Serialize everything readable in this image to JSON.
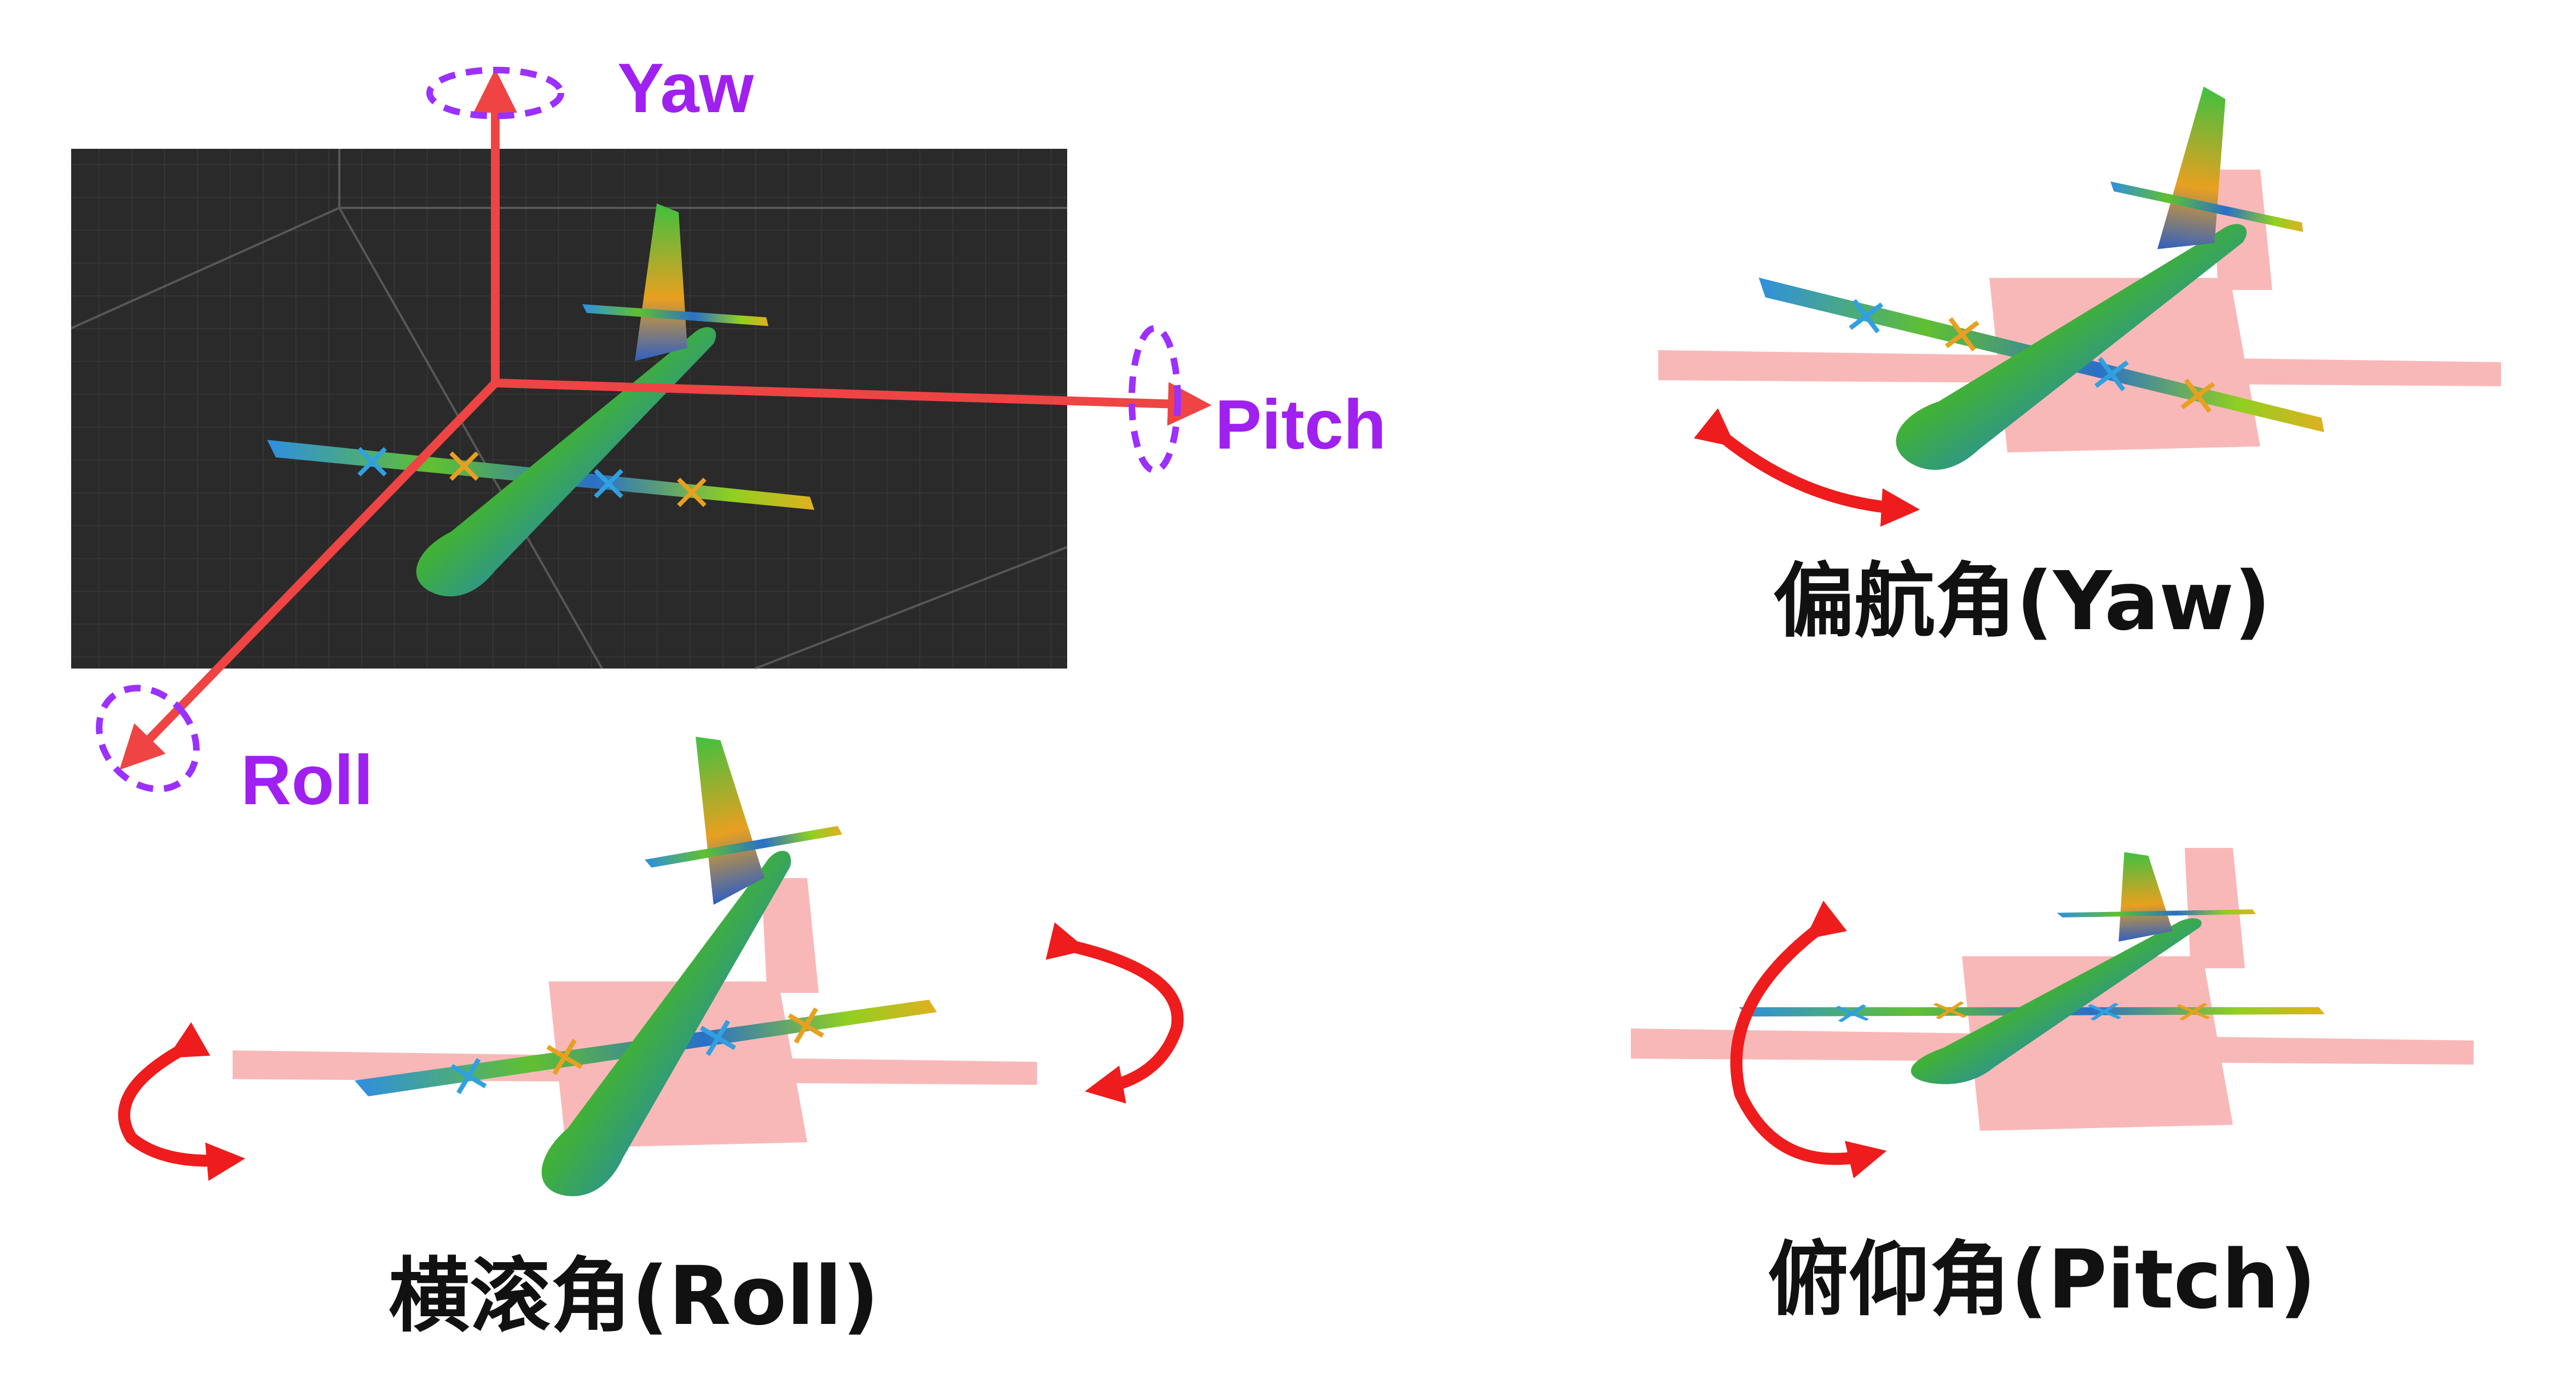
{
  "axes_panel": {
    "yaw_label": "Yaw",
    "pitch_label": "Pitch",
    "roll_label": "Roll"
  },
  "captions": {
    "yaw": "偏航角(Yaw)",
    "roll": "横滚角(Roll)",
    "pitch": "俯仰角(Pitch)"
  },
  "colors": {
    "axis": "#ee4444",
    "rotation_marker": "#9b30ff",
    "label": "#a020f0",
    "rotation_arrow": "#ee1c1c",
    "shadow": "#f9b8b8",
    "panel_bg": "#2a2a2a"
  }
}
